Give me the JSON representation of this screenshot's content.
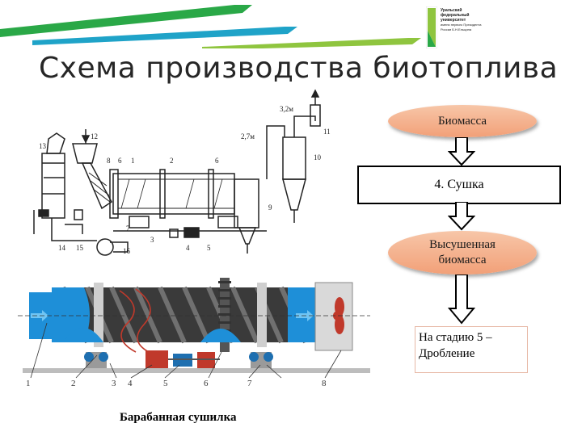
{
  "header": {
    "stripe_colors": [
      "#2aa847",
      "#1fa3c8",
      "#8fc53f"
    ],
    "logo": {
      "lines": [
        "Уральский",
        "федеральный",
        "университет"
      ],
      "subline": "имени первого Президента России Б.Н.Ельцина"
    }
  },
  "title": "Схема производства биотоплива",
  "flow": {
    "step1": "Биомасса",
    "step2": "4. Сушка",
    "step3_line1": "Высушенная",
    "step3_line2": "биомасса",
    "note_line1": "На стадию 5 –",
    "note_line2": "Дробление"
  },
  "top_scheme": {
    "labels": [
      "13",
      "12",
      "8",
      "6",
      "1",
      "2",
      "6",
      "3,2м",
      "11",
      "2,7м",
      "10",
      "9",
      "7",
      "3",
      "4",
      "5",
      "14",
      "15",
      "16"
    ]
  },
  "bottom_scheme": {
    "labels": [
      "1",
      "2",
      "3",
      "4",
      "5",
      "6",
      "7",
      "8"
    ]
  },
  "caption": "Барабанная сушилка"
}
